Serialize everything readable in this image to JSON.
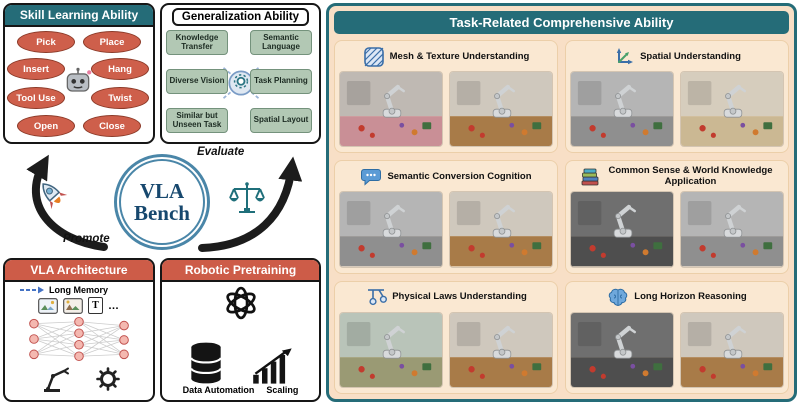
{
  "skill_panel": {
    "title": "Skill Learning Ability",
    "skills": [
      "Pick",
      "Place",
      "Insert",
      "Hang",
      "Tool Use",
      "Twist",
      "Open",
      "Close"
    ]
  },
  "generalization_panel": {
    "title": "Generalization Ability",
    "items": [
      "Knowledge Transfer",
      "Semantic Language",
      "Diverse Vision",
      "Task Planning",
      "Similar but Unseen Task",
      "Spatial Layout"
    ]
  },
  "cycle": {
    "center": [
      "VLA",
      "Bench"
    ],
    "evaluate_label": "Evaluate",
    "promote_label": "Promote"
  },
  "architecture_panel": {
    "title": "VLA Architecture",
    "long_memory_label": "Long Memory",
    "text_modality": "T",
    "ellipsis": "…"
  },
  "pretraining_panel": {
    "title": "Robotic Pretraining",
    "data_automation_label": "Data Automation",
    "scaling_label": "Scaling"
  },
  "comprehensive_panel": {
    "title": "Task-Related Comprehensive Ability",
    "abilities": [
      {
        "title": "Mesh & Texture Understanding",
        "icon": "texture-icon"
      },
      {
        "title": "Spatial Understanding",
        "icon": "axes-icon"
      },
      {
        "title": "Semantic Conversion Cognition",
        "icon": "speech-bubble-icon"
      },
      {
        "title": "Common Sense & World Knowledge Application",
        "icon": "books-icon"
      },
      {
        "title": "Physical Laws Understanding",
        "icon": "pendulum-icon"
      },
      {
        "title": "Long Horizon Reasoning",
        "icon": "brain-icon"
      }
    ]
  },
  "colors": {
    "teal": "#256c78",
    "salmon": "#cd5c48",
    "peach": "#f8dfc6",
    "sage_green": "#b2c8b4",
    "oval_red": "#ce5f4b",
    "vla_blue": "#17486e"
  }
}
